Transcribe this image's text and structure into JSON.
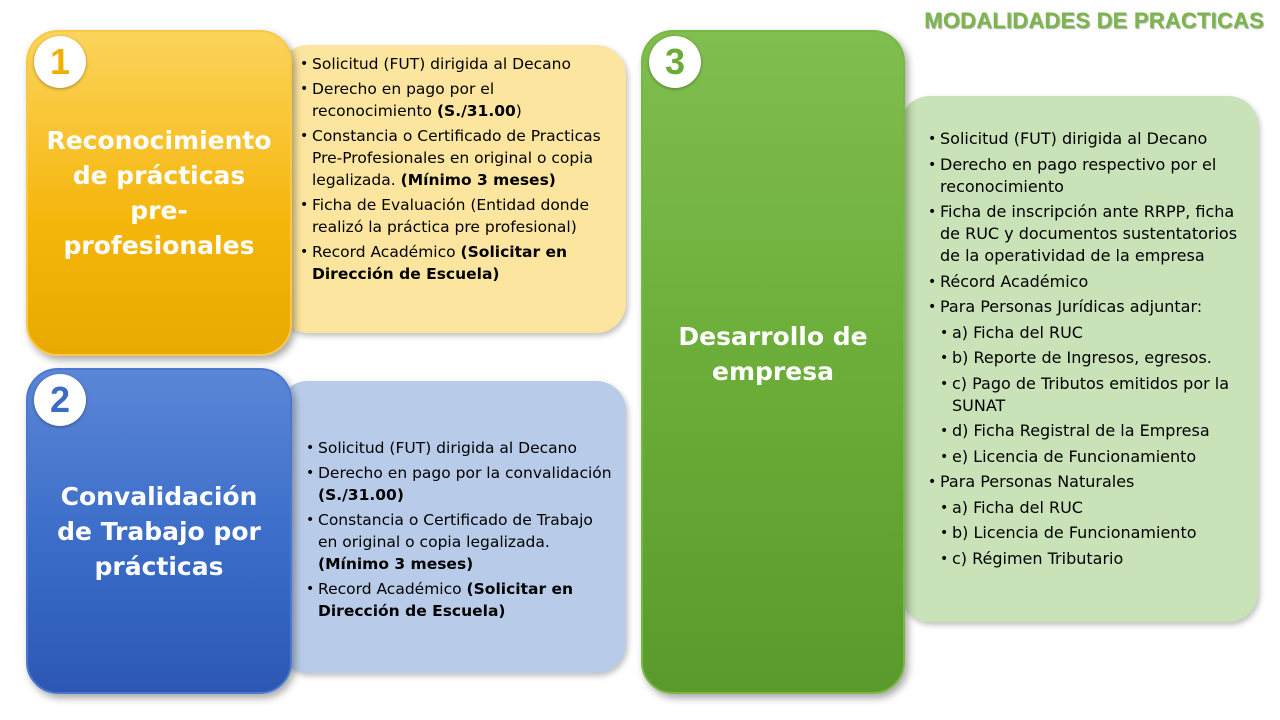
{
  "title": "MODALIDADES DE PRACTICAS",
  "colors": {
    "title": "#7ab648",
    "card1": "#f5b50a",
    "card2": "#3a6cc8",
    "card3": "#6aac37",
    "panel1": "#fce59e",
    "panel2": "#b8cbe8",
    "panel3": "#c9e2b7"
  },
  "modalities": [
    {
      "number": "1",
      "title": "Reconocimiento de prácticas pre-profesionales",
      "items": [
        {
          "text": "Solicitud (FUT) dirigida al Decano",
          "bold": ""
        },
        {
          "text": "Derecho en pago por el reconocimiento ",
          "bold": "(S./31.00",
          "tail": ")"
        },
        {
          "text": "Constancia o Certificado de Practicas Pre-Profesionales en original o copia legalizada. ",
          "bold": "(Mínimo 3 meses)"
        },
        {
          "text": "Ficha de Evaluación (Entidad donde realizó la práctica pre profesional)",
          "bold": ""
        },
        {
          "text": "Record Académico ",
          "bold": "(Solicitar en Dirección de Escuela)"
        }
      ]
    },
    {
      "number": "2",
      "title": "Convalidación de Trabajo por prácticas",
      "items": [
        {
          "text": "Solicitud (FUT) dirigida al Decano",
          "bold": ""
        },
        {
          "text": "Derecho en pago por la convalidación ",
          "bold": "(S./31.00)"
        },
        {
          "text": "Constancia o Certificado de Trabajo en original o copia legalizada. ",
          "bold": "(Mínimo 3 meses)"
        },
        {
          "text": "Record Académico ",
          "bold": "(Solicitar en Dirección de Escuela)"
        }
      ]
    },
    {
      "number": "3",
      "title": "Desarrollo de empresa",
      "items": [
        {
          "text": "Solicitud (FUT) dirigida al Decano",
          "level": 0
        },
        {
          "text": "Derecho en pago respectivo por el reconocimiento",
          "level": 0
        },
        {
          "text": "Ficha de inscripción ante RRPP, ficha de RUC y documentos sustentatorios de la operatividad de la empresa",
          "level": 0
        },
        {
          "text": "Récord Académico",
          "level": 0
        },
        {
          "text": "Para Personas Jurídicas adjuntar:",
          "level": 0
        },
        {
          "text": "a) Ficha del RUC",
          "level": 1
        },
        {
          "text": "b) Reporte de Ingresos, egresos.",
          "level": 1
        },
        {
          "text": "c) Pago de Tributos emitidos por la SUNAT",
          "level": 1
        },
        {
          "text": "d) Ficha Registral de la Empresa",
          "level": 1
        },
        {
          "text": "e) Licencia de Funcionamiento",
          "level": 1
        },
        {
          "text": "Para Personas Naturales",
          "level": 0
        },
        {
          "text": "a) Ficha del RUC",
          "level": 1
        },
        {
          "text": "b) Licencia de Funcionamiento",
          "level": 1
        },
        {
          "text": "c) Régimen Tributario",
          "level": 1
        }
      ]
    }
  ]
}
